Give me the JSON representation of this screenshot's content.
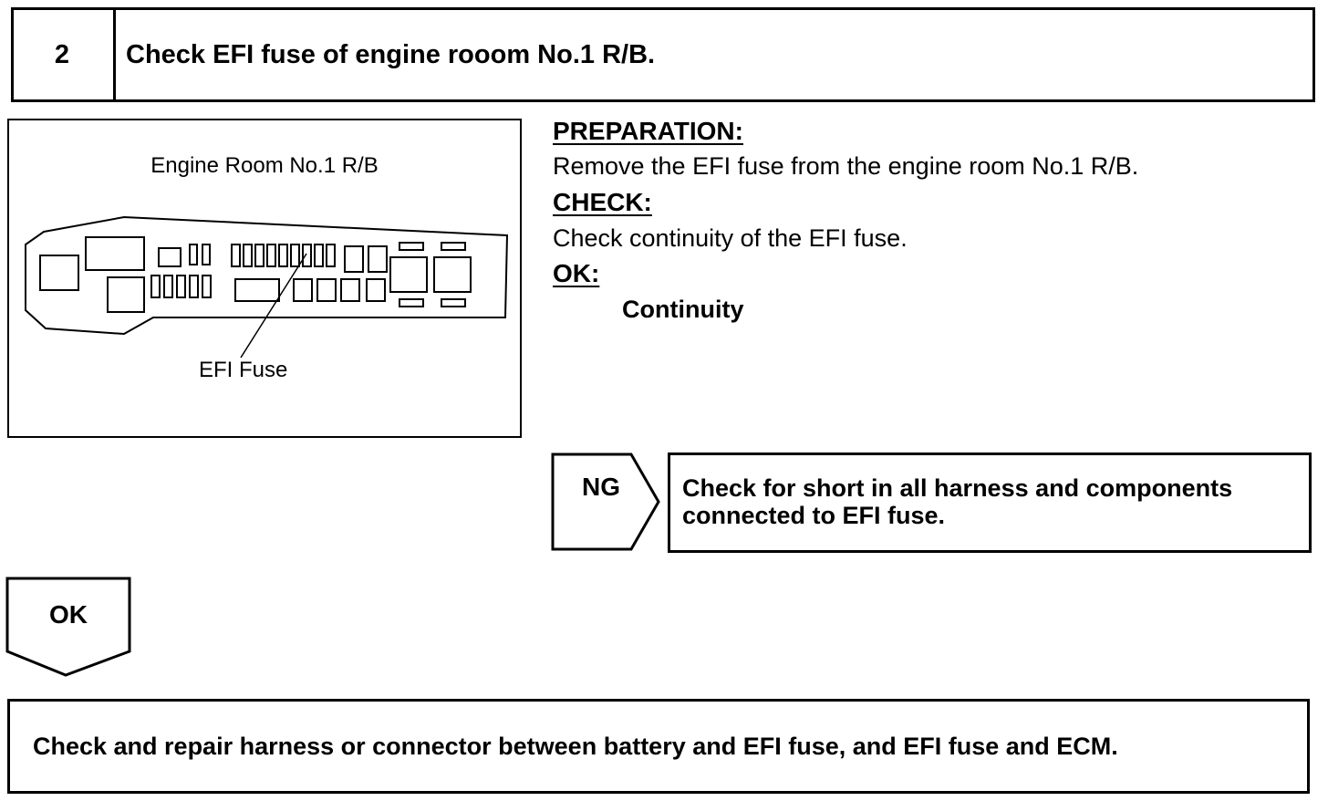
{
  "step": {
    "number": "2",
    "title": "Check EFI fuse of engine rooom No.1 R/B."
  },
  "figure": {
    "title": "Engine Room No.1 R/B",
    "callout_label": "EFI Fuse"
  },
  "instructions": {
    "preparation_heading": "PREPARATION:",
    "preparation_text": "Remove the EFI fuse from the engine room No.1 R/B.",
    "check_heading": "CHECK:",
    "check_text": "Check continuity of the EFI fuse.",
    "ok_heading": "OK:",
    "ok_value": "Continuity"
  },
  "ng_branch": {
    "label": "NG",
    "result_line1": "Check for short in all harness and components",
    "result_line2": "connected to EFI fuse."
  },
  "ok_branch": {
    "label": "OK"
  },
  "final_step": {
    "text": "Check and repair harness or connector between battery and EFI fuse, and EFI fuse and ECM."
  }
}
